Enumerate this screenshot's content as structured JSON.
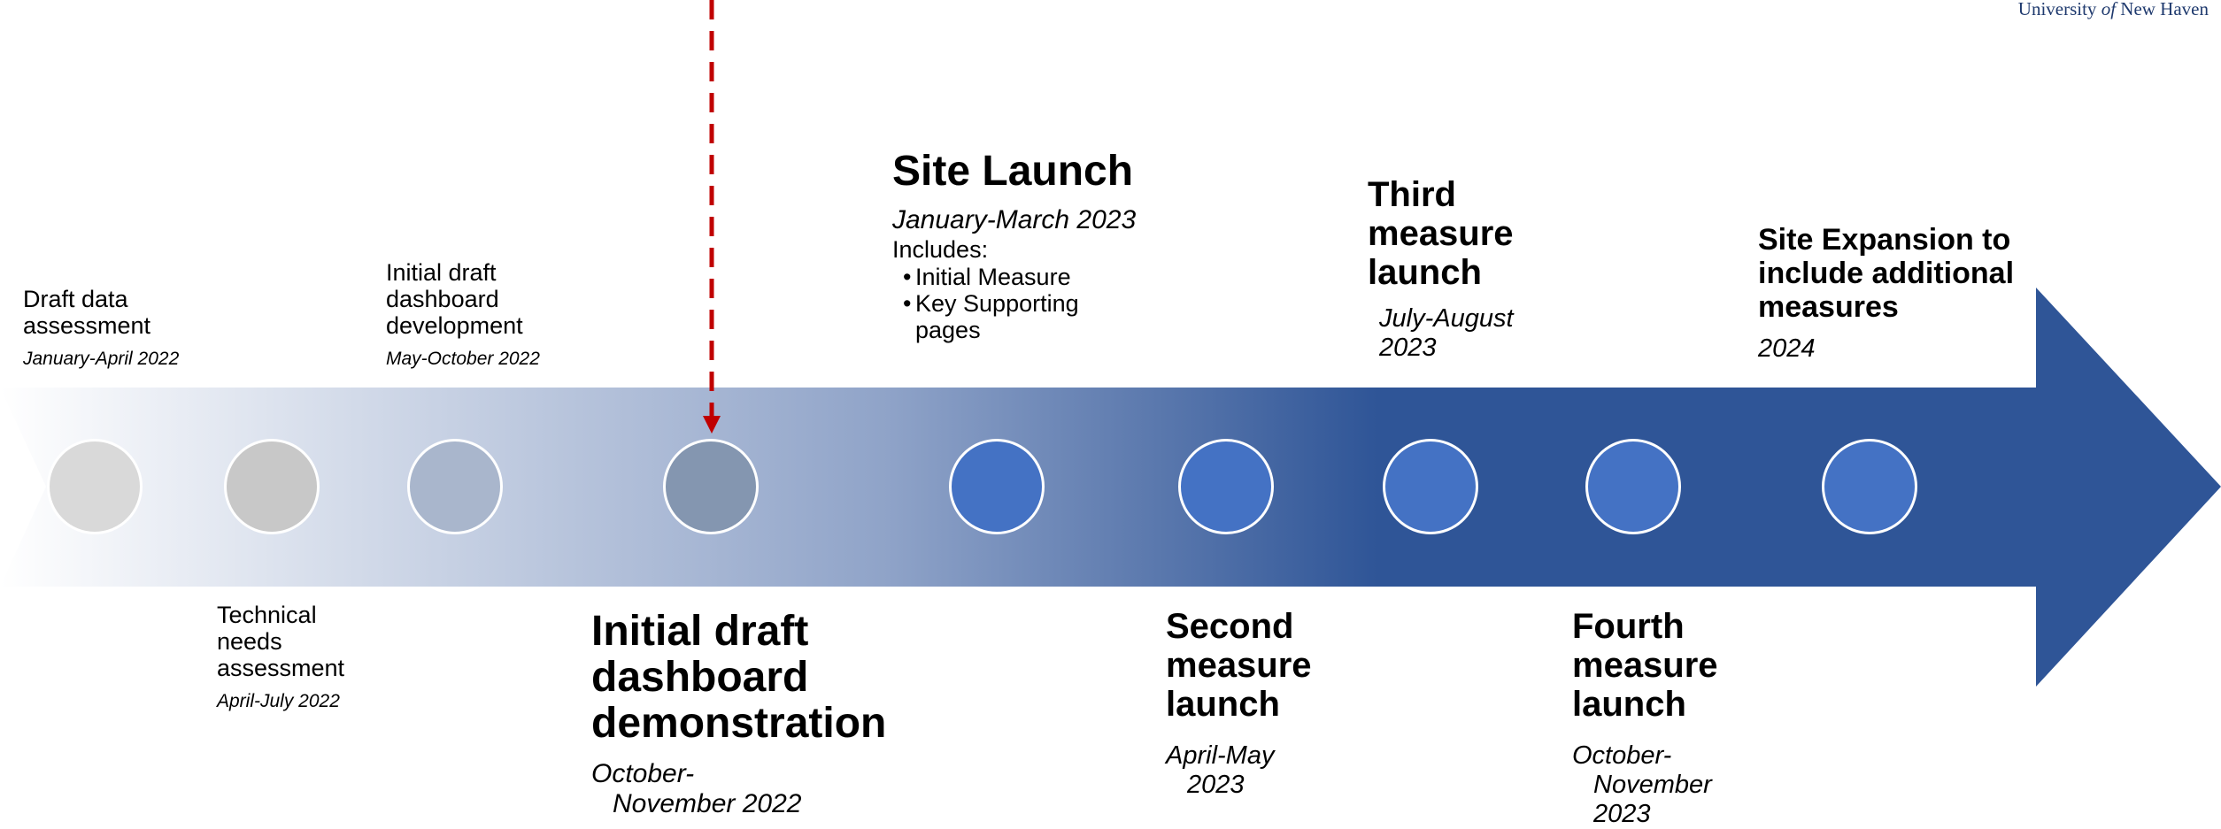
{
  "brand": {
    "pre": "University ",
    "italic": "of",
    "post": " New Haven"
  },
  "colors": {
    "arrow_start": "#ffffff",
    "arrow_mid": "#8fa3c8",
    "arrow_end": "#2f5597",
    "marker": "#c00000"
  },
  "nodes": [
    {
      "color": "#d9d9d9"
    },
    {
      "color": "#c8c8c8"
    },
    {
      "color": "#a9b6cc"
    },
    {
      "color": "#8496b0"
    },
    {
      "color": "#4472c4"
    },
    {
      "color": "#4472c4"
    },
    {
      "color": "#4472c4"
    },
    {
      "color": "#4472c4"
    },
    {
      "color": "#4472c4"
    }
  ],
  "milestones": {
    "draft_data": {
      "title_1": "Draft data",
      "title_2": "assessment",
      "date": "January-April 2022"
    },
    "technical": {
      "title_1": "Technical",
      "title_2": "needs",
      "title_3": "assessment",
      "date": "April-July 2022"
    },
    "initial_dev": {
      "title_1": "Initial draft",
      "title_2": "dashboard",
      "title_3": "development",
      "date": "May-October 2022"
    },
    "demo": {
      "title_1": "Initial draft",
      "title_2": "dashboard",
      "title_3": "demonstration",
      "date_1": "October-",
      "date_2": "November 2022"
    },
    "site_launch": {
      "title": "Site Launch",
      "date": "January-March 2023",
      "includes": "Includes:",
      "bullet_char": "•",
      "bullet_1": "Initial Measure",
      "bullet_2": "Key Supporting",
      "bullet_2_cont": "pages"
    },
    "second": {
      "title_1": "Second",
      "title_2": "measure",
      "title_3": "launch",
      "date_1": "April-May",
      "date_2": "2023"
    },
    "third": {
      "title_1": "Third",
      "title_2": "measure",
      "title_3": "launch",
      "date_1": "July-August",
      "date_2": "2023"
    },
    "fourth": {
      "title_1": "Fourth",
      "title_2": "measure",
      "title_3": "launch",
      "date_1": "October-",
      "date_2": "November",
      "date_3": "2023"
    },
    "expansion": {
      "title_1": "Site Expansion to",
      "title_2": "include additional",
      "title_3": "measures",
      "date": "2024"
    }
  }
}
